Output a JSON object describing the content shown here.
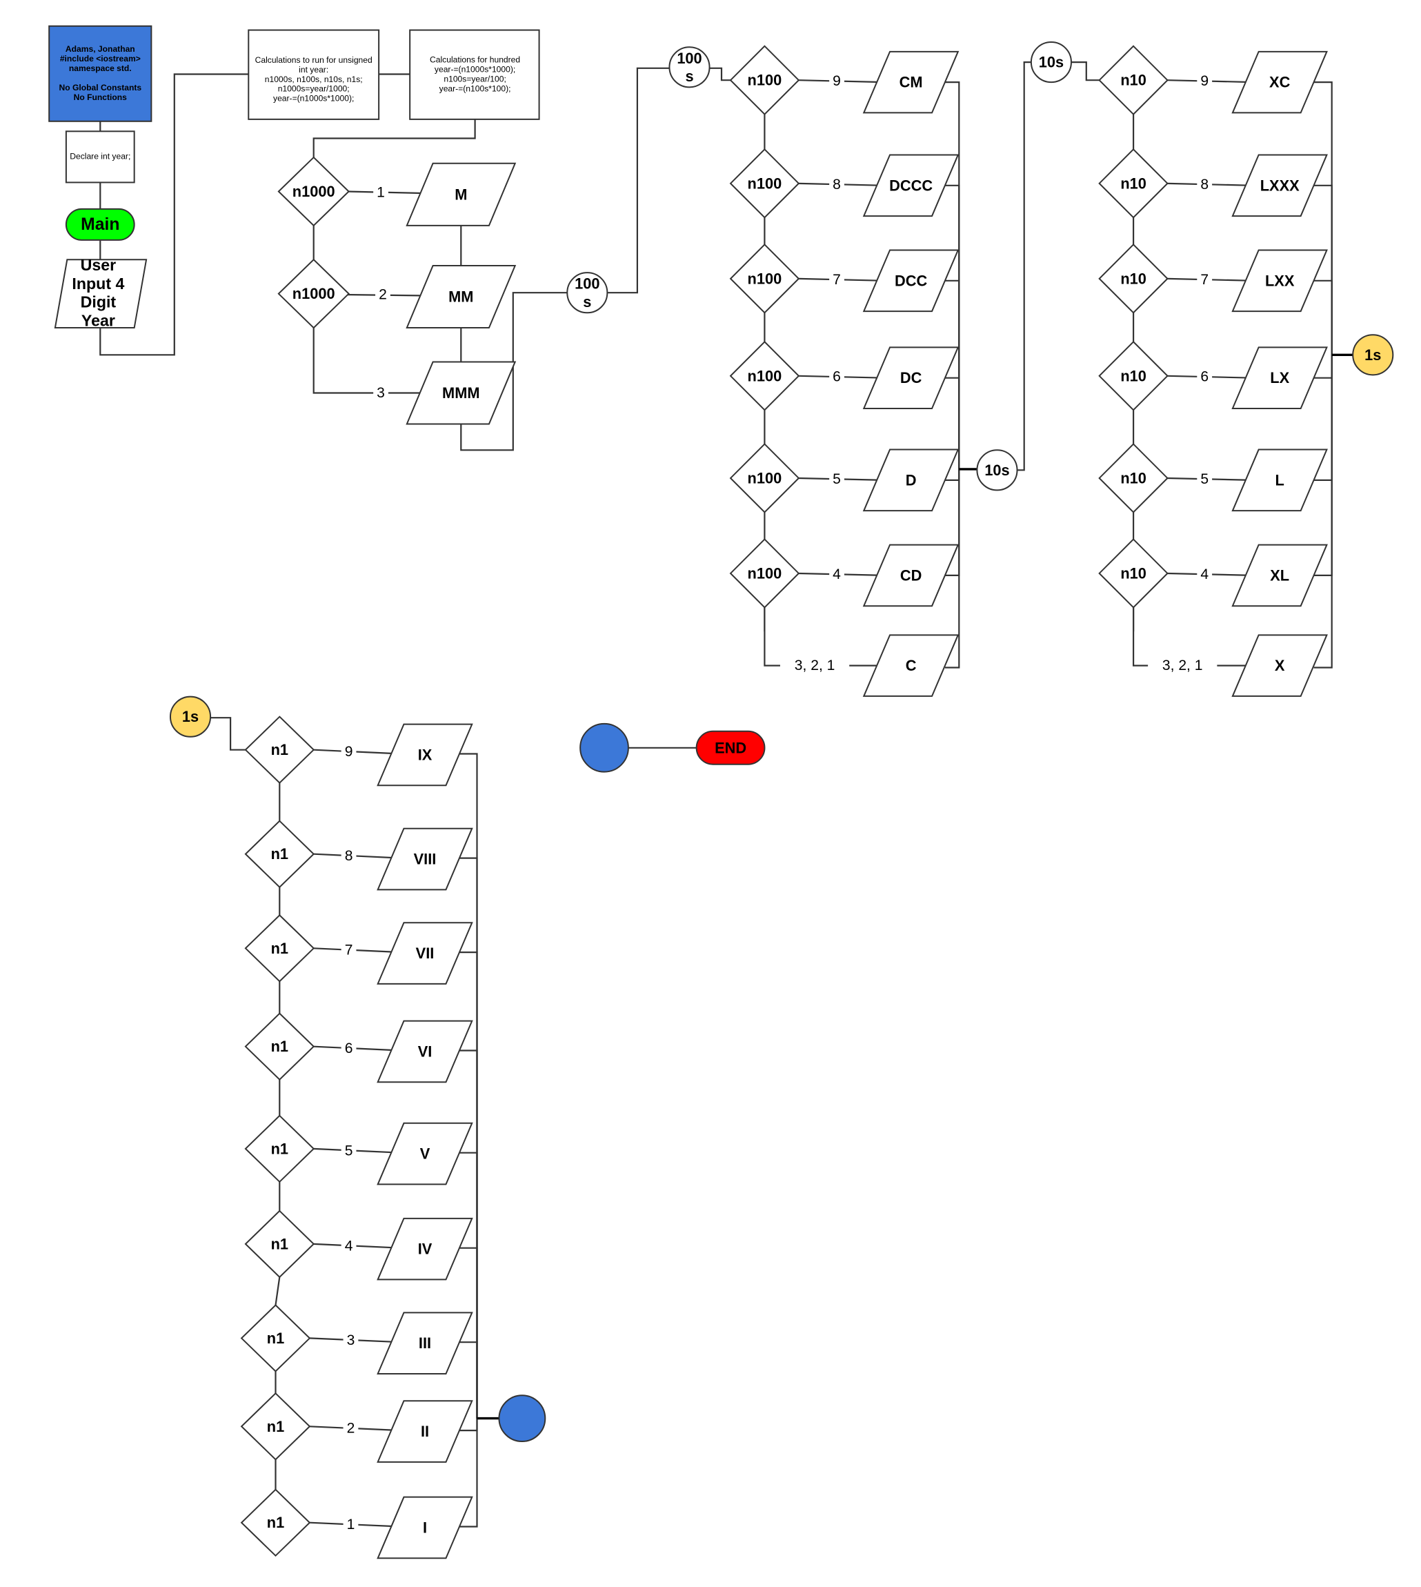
{
  "header_box": {
    "lines": [
      "Adams, Jonathan",
      "#include <iostream>",
      "namespace std.",
      "",
      "No Global Constants",
      "No Functions"
    ],
    "fill": "#3c78d8"
  },
  "declare_box": {
    "text": "Declare int year;"
  },
  "main_terminal": {
    "text": "Main",
    "fill": "#00ff00"
  },
  "user_input": {
    "lines": [
      "User",
      "Input 4",
      "Digit",
      "Year"
    ]
  },
  "calc_box_1": {
    "lines": [
      "Calculations to run for unsigned",
      "int year:",
      "n1000s, n100s, n10s, n1s;",
      "n1000s=year/1000;",
      "year-=(n1000s*1000);"
    ]
  },
  "calc_box_2": {
    "lines": [
      "Calculations for hundred",
      "year-=(n1000s*1000);",
      "n100s=year/100;",
      "year-=(n100s*100);"
    ]
  },
  "thousands": {
    "decisions": [
      "n1000",
      "n1000"
    ],
    "branches": [
      {
        "label": "1",
        "output": "M"
      },
      {
        "label": "2",
        "output": "MM"
      },
      {
        "label": "3",
        "output": "MMM"
      }
    ]
  },
  "connectors": {
    "c100_a": {
      "lines": [
        "100",
        "s"
      ]
    },
    "c100_b": {
      "lines": [
        "100",
        "s"
      ]
    },
    "c10_a": {
      "text": "10s"
    },
    "c10_b": {
      "text": "10s"
    },
    "c1_a": {
      "text": "1s",
      "fill": "#ffd966"
    },
    "c1_b": {
      "text": "1s",
      "fill": "#ffd966"
    },
    "end_dot": {
      "fill": "#3c78d8"
    },
    "merge_dot": {
      "fill": "#3c78d8"
    }
  },
  "hundreds": {
    "decision_label": "n100",
    "branches": [
      {
        "label": "9",
        "output": "CM"
      },
      {
        "label": "8",
        "output": "DCCC"
      },
      {
        "label": "7",
        "output": "DCC"
      },
      {
        "label": "6",
        "output": "DC"
      },
      {
        "label": "5",
        "output": "D"
      },
      {
        "label": "4",
        "output": "CD"
      },
      {
        "label": "3, 2, 1",
        "output": "C"
      }
    ]
  },
  "tens": {
    "decision_label": "n10",
    "branches": [
      {
        "label": "9",
        "output": "XC"
      },
      {
        "label": "8",
        "output": "LXXX"
      },
      {
        "label": "7",
        "output": "LXX"
      },
      {
        "label": "6",
        "output": "LX"
      },
      {
        "label": "5",
        "output": "L"
      },
      {
        "label": "4",
        "output": "XL"
      },
      {
        "label": "3, 2, 1",
        "output": "X"
      }
    ]
  },
  "ones": {
    "decision_label": "n1",
    "branches": [
      {
        "label": "9",
        "output": "IX"
      },
      {
        "label": "8",
        "output": "VIII"
      },
      {
        "label": "7",
        "output": "VII"
      },
      {
        "label": "6",
        "output": "VI"
      },
      {
        "label": "5",
        "output": "V"
      },
      {
        "label": "4",
        "output": "IV"
      },
      {
        "label": "3",
        "output": "III"
      },
      {
        "label": "2",
        "output": "II"
      },
      {
        "label": "1",
        "output": "I"
      }
    ]
  },
  "end_terminal": {
    "text": "END",
    "fill": "#ff0000"
  }
}
